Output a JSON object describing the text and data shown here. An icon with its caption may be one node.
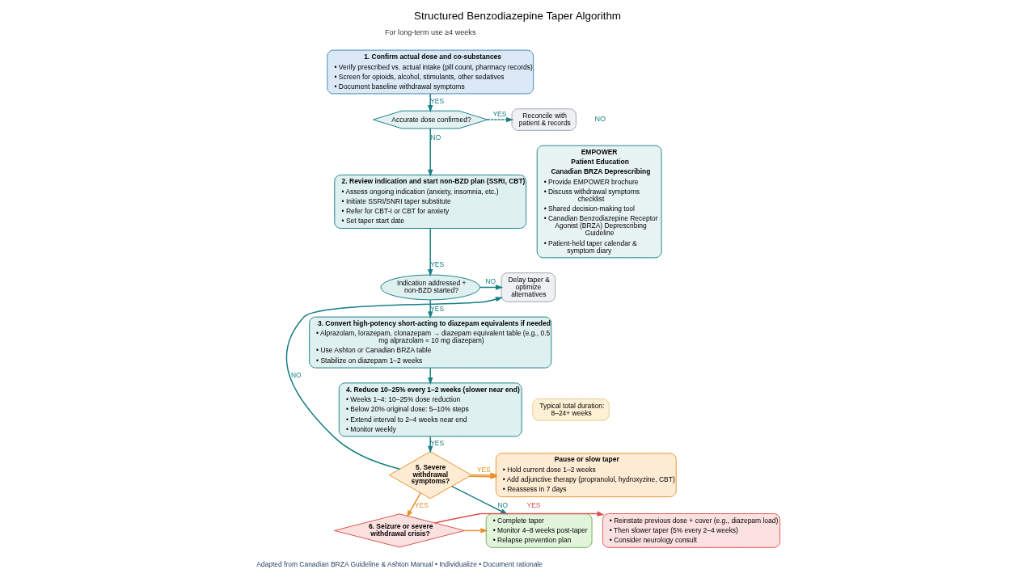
{
  "diagram": {
    "title": "Structured Benzodiazepine Taper Algorithm",
    "caption": "Adapted from Canadian BRZA Guideline & Ashton Manual • Individualize • Document rationale",
    "nodes": [
      {
        "text": [
          "1. Confirm actual dose and co-substances",
          "• Verify prescribed vs. actual intake (pill count, pharmacy records)",
          "• Screen for opioids, alcohol, stimulants, other sedatives",
          "• Document baseline withdrawal symptoms"
        ]
      },
      {
        "text": [
          "Accurate dose confirmed?"
        ]
      },
      {
        "text": [
          "Reconcile with patient & records"
        ]
      },
      {
        "text": [
          "2. Review indication and start non-BZD plan (SSRI, CBT)",
          "• Assess ongoing indication (anxiety, insomnia, etc.)",
          "• Initiate SSRI/SNRI taper substitute",
          "• Refer for CBT-I or CBT for anxiety",
          "• Set taper start date"
        ]
      },
      {
        "text": [
          "Indication addressed + non-BZD started?"
        ]
      },
      {
        "text": [
          "Delay taper & optimize alternatives"
        ]
      },
      {
        "text": [
          "3. Convert high-potency short-acting to diazepam equivalents if needed",
          "• Alprazolam, lorazepam, clonazepam → diazepam equivalent table (e.g., 0.5 mg alprazolam ≈ 10 mg diazepam)",
          "• Use Ashton or Canadian BRZA table",
          "• Stabilize on diazepam 1–2 weeks"
        ]
      },
      {
        "text": [
          "4. Reduce 10–25% every 1–2 weeks (slower near end)",
          "• Weeks 1–4: 10–25% dose reduction",
          "• Below 20% original dose: 5–10% steps",
          "• Extend interval to 2–4 weeks near end",
          "• Monitor weekly"
        ]
      },
      {
        "text": [
          "Typical total duration: 8–24+ weeks"
        ]
      },
      {
        "text": [
          "5. Severe withdrawal symptoms?"
        ]
      },
      {
        "text": [
          "Pause or slow taper",
          "• Hold current dose 1–2 weeks",
          "• Add adjunctive therapy (propranolol, hydroxyzine, CBT)",
          "• Reassess in 7 days"
        ]
      },
      {
        "text": [
          "6. Seizure or severe withdrawal crisis?"
        ]
      },
      {
        "text": [
          "• Reinstate previous dose + cover (e.g., diazepam load)",
          "• Then slower taper (5% every 2–4 weeks)",
          "• Consider neurology consult"
        ]
      },
      {
        "text": [
          "• Complete taper",
          "• Monitor 4–8 weeks post-taper",
          "• Relapse prevention plan"
        ]
      },
      {
        "text": [
          "EMPOWER",
          "Patient Education",
          "Canadian BRZA Deprescribing",
          "• Provide EMPOWER brochure",
          "• Discuss withdrawal symptoms checklist",
          "• Shared decision-making tool",
          "• Canadian Benzodiazepine Receptor Agonist (BRZA) Deprescribing Guideline",
          "• Patient-held taper calendar & symptom diary"
        ]
      }
    ],
    "edges": [
      {
        "from": 0,
        "to": 1,
        "arrow": "to",
        "label": "YES"
      },
      {
        "from": 1,
        "to": 2,
        "arrow": "to",
        "label": "YES",
        "style": "dashed"
      },
      {
        "from": 1,
        "to": 3,
        "arrow": "to",
        "label": "NO"
      },
      {
        "from": 3,
        "to": 4,
        "arrow": "to",
        "label": "YES"
      },
      {
        "from": 4,
        "to": 5,
        "arrow": "to",
        "label": "NO"
      },
      {
        "from": 4,
        "to": 6,
        "arrow": "to",
        "label": "YES"
      },
      {
        "from": 6,
        "to": 7,
        "arrow": "to"
      },
      {
        "from": 7,
        "to": 9,
        "arrow": "to",
        "label": "YES"
      },
      {
        "from": 9,
        "to": 10,
        "arrow": "to",
        "label": "YES",
        "color": "#e8922a"
      },
      {
        "from": 9,
        "to": 10,
        "arrow": "to",
        "color": "#e8922a"
      },
      {
        "from": 9,
        "to": 5,
        "arrow": "to",
        "label": "NO"
      },
      {
        "from": 9,
        "to": 13,
        "arrow": "to",
        "label": "NO"
      },
      {
        "from": 9,
        "to": 11,
        "arrow": "to",
        "label": "YES",
        "color": "#e8922a"
      },
      {
        "from": 11,
        "to": 12,
        "arrow": "to",
        "label": "YES",
        "color": "#d9534f"
      },
      {
        "from": 11,
        "to": 13,
        "arrow": "to",
        "color": "#e8922a"
      }
    ],
    "labels": [
      "For long-term use ≥4 weeks",
      "NO"
    ]
  }
}
